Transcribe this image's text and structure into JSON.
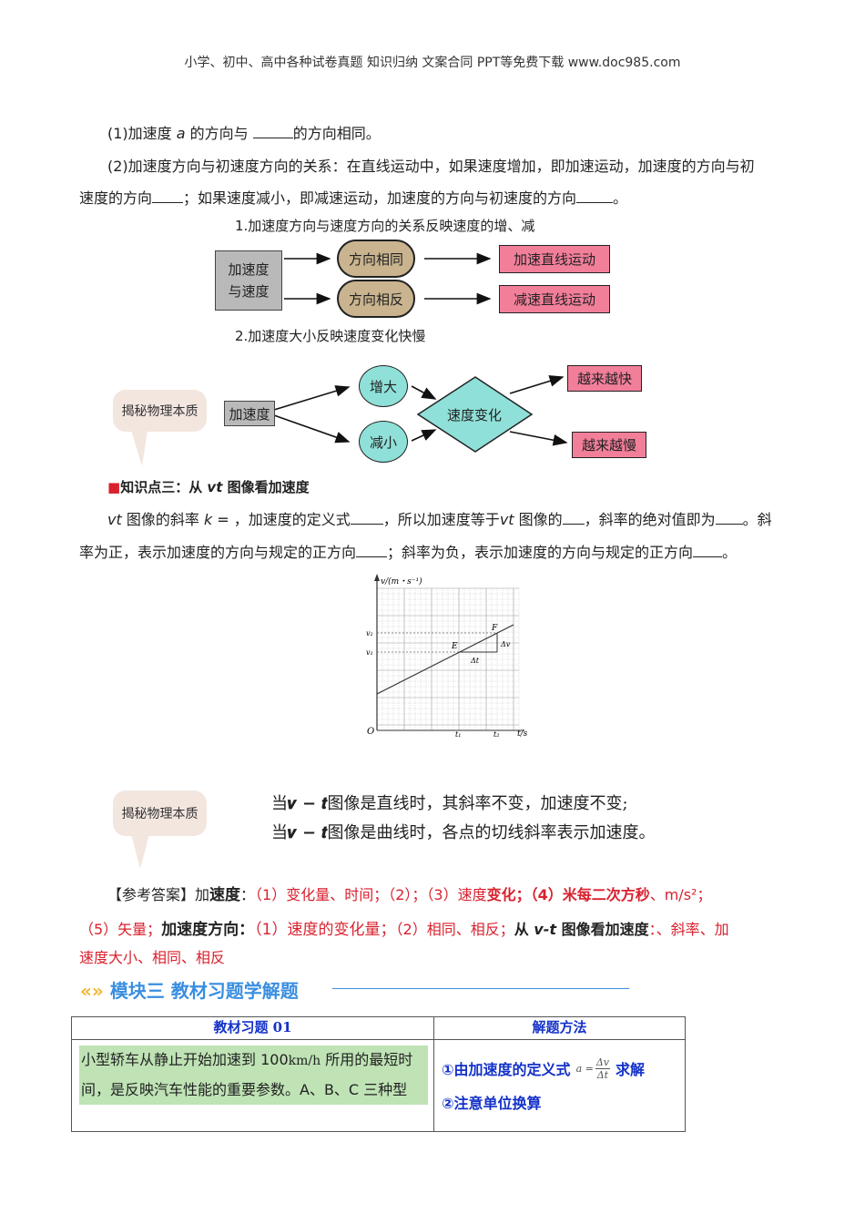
{
  "header": "小学、初中、高中各种试卷真题  知识归纳  文案合同  PPT等免费下载     www.doc985.com",
  "para1": {
    "before": "(1)加速度 ",
    "var": "a",
    "mid": " 的方向与 ",
    "after": "的方向相同。"
  },
  "para2": {
    "line1": "(2)加速度方向与初速度方向的关系：在直线运动中，如果速度增加，即加速运动，加速度的方向与初",
    "line2a": "速度的方向",
    "line2b": "；如果速度减小，即减速运动，加速度的方向与初速度的方向",
    "line2c": "。"
  },
  "diagram1": {
    "caption": "1.加速度方向与速度方向的关系反映速度的增、减",
    "source": [
      "加速度",
      "与速度"
    ],
    "same": "方向相同",
    "opposite": "方向相反",
    "accel": "加速直线运动",
    "decel": "减速直线运动"
  },
  "diagram2": {
    "caption": "2.加速度大小反映速度变化快慢",
    "bubble": "揭秘物理本质",
    "source": "加速度",
    "up": "增大",
    "down": "减小",
    "center": "速度变化",
    "fast": "越来越快",
    "slow": "越来越慢"
  },
  "section3": {
    "marker": "■",
    "title_a": "知识点三：从 ",
    "title_var": "vt",
    "title_b": " 图像看加速度"
  },
  "para3": {
    "l1a": "vt",
    "l1b": " 图像的斜率 ",
    "l1k": "k",
    "l1c": " = ，加速度的定义式",
    "l1d": "，所以加速度等于",
    "l1e": "vt",
    "l1f": " 图像的",
    "l1g": "，斜率的绝对值即为",
    "l1h": "。斜",
    "l2a": "率为正，表示加速度的方向与规定的正方向",
    "l2b": "；斜率为负，表示加速度的方向与规定的正方向",
    "l2c": "。"
  },
  "graph": {
    "ylabel": "v/(m・s⁻¹)",
    "xlabel": "t/s",
    "origin": "O",
    "v1": "v₁",
    "v2": "v₂",
    "t1": "t₁",
    "t2": "t₂",
    "E": "E",
    "F": "F",
    "dv": "Δv",
    "dt": "Δt"
  },
  "note": {
    "bubble": "揭秘物理本质",
    "line1a": "当",
    "line1b": "𝒗 − 𝒕",
    "line1c": "图像是直线时，其斜率不变，加速度不变;",
    "line2a": "当",
    "line2b": "𝒗 − 𝒕",
    "line2c": "图像是曲线时，各点的切线斜率表示加速度。"
  },
  "answer": {
    "l1_a": "【参考答案】加",
    "l1_b": "速度",
    "l1_c": "：",
    "l1_d": "（1）变化量、时间；（2）；（3）速度",
    "l1_e": "变化；（4）米每二次方秒",
    "l1_f": "、m/s²；",
    "l2_a": "（5）矢量；",
    "l2_b": "加速度方向：",
    "l2_c": "（1）速度的变化量；",
    "l2_d": "（2）相同、相反；",
    "l2_e": "从 ",
    "l2_f": "v-t",
    "l2_g": " 图像看加速度",
    "l2_h": "：、斜率、加",
    "l3": "速度大小、相同、相反"
  },
  "module": {
    "icon": "«»",
    "title": "模块三 教材习题学解题"
  },
  "table": {
    "head_left": "教材习题 01",
    "head_right": "解题方法",
    "problem_l1a": "小型轿车从静止开始加速到 100",
    "problem_unit": "km/h",
    "problem_l1b": " 所用的最短时",
    "problem_l2": "间，是反映汽车性能的重要参数。A、B、C 三种型",
    "m1a": "①由加速度的定义式",
    "formula_a": "a =",
    "formula_num": "Δv",
    "formula_den": "Δt",
    "m1b": "求解",
    "m2": "②注意单位换算"
  },
  "colors": {
    "gray": "#b9b9b9",
    "pill": "#c9b48f",
    "pink": "#f27f9a",
    "teal": "#8fe0d8",
    "red": "#d9212e",
    "blue": "#1432c8",
    "green": "#bfe3b5",
    "module": "#3a8ee0"
  }
}
